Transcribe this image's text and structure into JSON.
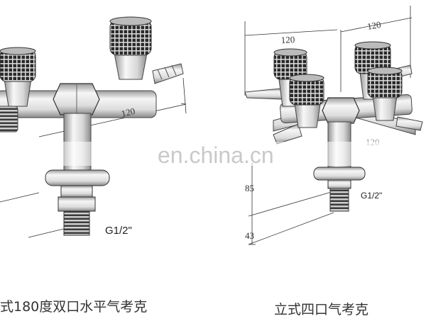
{
  "left_figure": {
    "dimension": "120",
    "thread_label": "G1/2\"",
    "caption": "式180度双口水平气考克"
  },
  "right_figure": {
    "dimension_top_left": "120",
    "dimension_top_right": "120",
    "dimension_partial": "120",
    "dimension_height_upper": "85",
    "dimension_height_lower": "43",
    "thread_label": "G1/2\"",
    "caption": "立式四口气考克"
  },
  "watermark": "en.china.cn",
  "colors": {
    "metal": "#e4e4e4",
    "knob": "#e9e9e9",
    "grip": "#2a2a2a",
    "line": "#333333"
  }
}
